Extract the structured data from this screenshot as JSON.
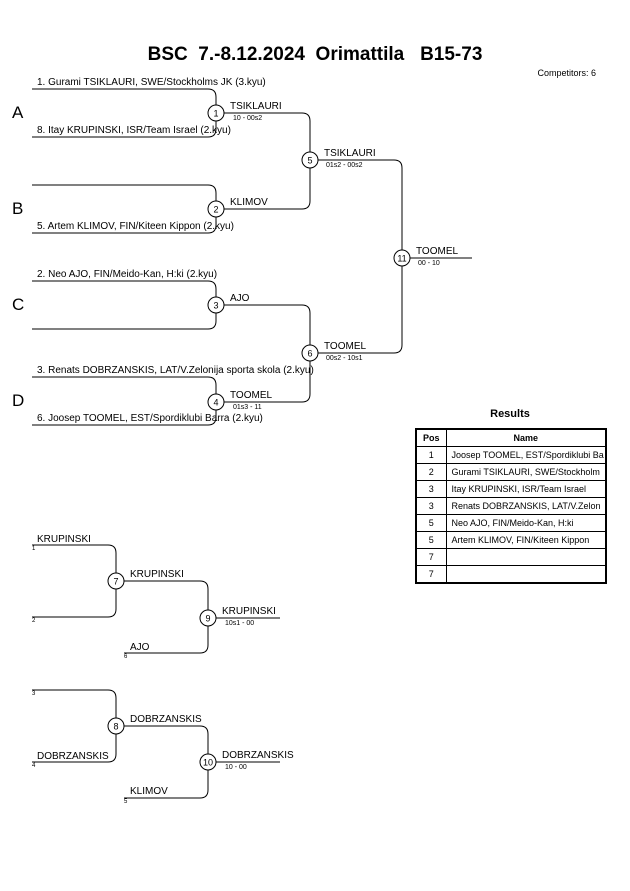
{
  "header": {
    "title": "BSC  7.-8.12.2024  Orimattila   B15-73",
    "competitors": "Competitors: 6"
  },
  "pools": [
    "A",
    "B",
    "C",
    "D"
  ],
  "entries": {
    "a1": "1. Gurami TSIKLAURI, SWE/Stockholms JK (3.kyu)",
    "a2": "8. Itay KRUPINSKI, ISR/Team Israel (2.kyu)",
    "b2": "5. Artem KLIMOV, FIN/Kiteen Kippon (2.kyu)",
    "c1": "2. Neo AJO, FIN/Meido-Kan, H:ki (2.kyu)",
    "d1": "3. Renats DOBRZANSKIS, LAT/V.Zelonija sporta skola (2.kyu)",
    "d2": "6. Joosep TOOMEL, EST/Spordiklubi Barra (2.kyu)"
  },
  "matches": {
    "m1": {
      "num": "1",
      "winner": "TSIKLAURI",
      "score": "10 - 00s2"
    },
    "m2": {
      "num": "2",
      "winner": "KLIMOV",
      "score": ""
    },
    "m3": {
      "num": "3",
      "winner": "AJO",
      "score": ""
    },
    "m4": {
      "num": "4",
      "winner": "TOOMEL",
      "score": "01s3 - 11"
    },
    "m5": {
      "num": "5",
      "winner": "TSIKLAURI",
      "score": "01s2 - 00s2"
    },
    "m6": {
      "num": "6",
      "winner": "TOOMEL",
      "score": "00s2 - 10s1"
    },
    "m11": {
      "num": "11",
      "winner": "TOOMEL",
      "score": "00 - 10"
    },
    "m7": {
      "num": "7",
      "winner": "KRUPINSKI",
      "score": ""
    },
    "m8": {
      "num": "8",
      "winner": "DOBRZANSKIS",
      "score": ""
    },
    "m9": {
      "num": "9",
      "winner": "KRUPINSKI",
      "score": "10s1 - 00"
    },
    "m10": {
      "num": "10",
      "winner": "DOBRZANSKIS",
      "score": "10 - 00"
    }
  },
  "repechage": {
    "r1": {
      "name": "KRUPINSKI",
      "slot": "1"
    },
    "r2": {
      "name": "",
      "slot": "2"
    },
    "r6": {
      "name": "AJO",
      "slot": "6"
    },
    "r3": {
      "name": "",
      "slot": "3"
    },
    "r4": {
      "name": "DOBRZANSKIS",
      "slot": "4"
    },
    "r5": {
      "name": "KLIMOV",
      "slot": "5"
    }
  },
  "results": {
    "title": "Results",
    "col_pos": "Pos",
    "col_name": "Name",
    "rows": [
      {
        "pos": "1",
        "name": "Joosep TOOMEL, EST/Spordiklubi Ba"
      },
      {
        "pos": "2",
        "name": "Gurami TSIKLAURI, SWE/Stockholm"
      },
      {
        "pos": "3",
        "name": "Itay KRUPINSKI, ISR/Team Israel"
      },
      {
        "pos": "3",
        "name": "Renats DOBRZANSKIS, LAT/V.Zelon"
      },
      {
        "pos": "5",
        "name": "Neo AJO, FIN/Meido-Kan, H:ki"
      },
      {
        "pos": "5",
        "name": "Artem KLIMOV, FIN/Kiteen Kippon"
      },
      {
        "pos": "7",
        "name": ""
      },
      {
        "pos": "7",
        "name": ""
      }
    ]
  }
}
